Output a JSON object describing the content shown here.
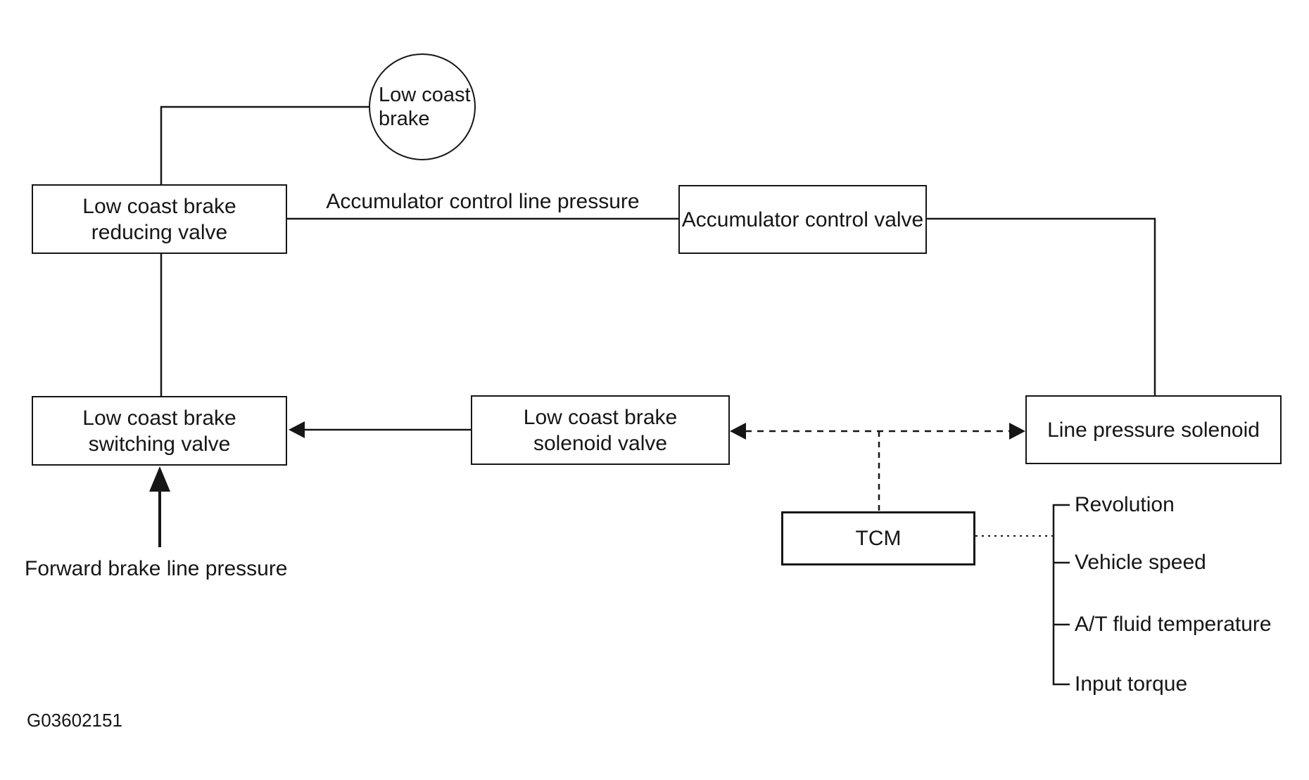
{
  "nodes": {
    "low_coast_brake_circle": {
      "line1": "Low coast",
      "line2": "brake"
    },
    "reducing_valve": {
      "line1": "Low coast brake",
      "line2": "reducing valve"
    },
    "switching_valve": {
      "line1": "Low coast brake",
      "line2": "switching valve"
    },
    "solenoid_valve": {
      "line1": "Low coast brake",
      "line2": "solenoid valve"
    },
    "accumulator_valve": {
      "label": "Accumulator control valve"
    },
    "line_pressure_solenoid": {
      "label": "Line pressure solenoid"
    },
    "tcm": {
      "label": "TCM"
    }
  },
  "edge_labels": {
    "accumulator_control_line_pressure": "Accumulator control line pressure",
    "forward_brake_line_pressure": "Forward brake line pressure"
  },
  "tcm_inputs": [
    "Revolution",
    "Vehicle speed",
    "A/T fluid temperature",
    "Input torque"
  ],
  "figure_id": "G03602151",
  "colors": {
    "stroke": "#161616",
    "background": "#ffffff"
  }
}
